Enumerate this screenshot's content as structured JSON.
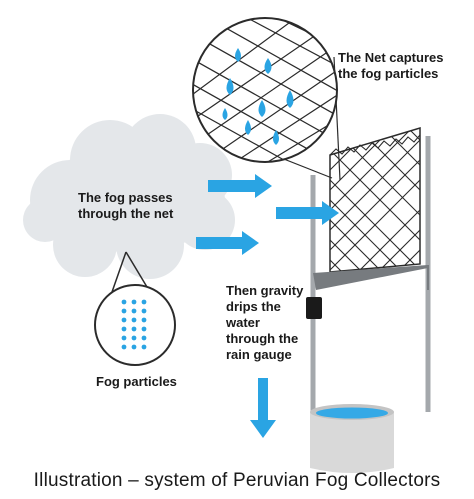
{
  "labels": {
    "net_captures_line1": "The Net captures",
    "net_captures_line2": "the fog particles",
    "fog_passes_line1": "The fog passes",
    "fog_passes_line2": "through the net",
    "gravity_line1": "Then gravity",
    "gravity_line2": "drips the",
    "gravity_line3": "water",
    "gravity_line4": "through the",
    "gravity_line5": "rain gauge",
    "fog_particles": "Fog particles"
  },
  "caption": "Illustration – system of Peruvian Fog Collectors",
  "colors": {
    "arrow_blue": "#2aa4e3",
    "cloud_grey": "#e4e7ea",
    "pole_grey": "#a4a8ac",
    "net_line": "#2b2b2b",
    "droplet_blue": "#2aa4e3",
    "bucket_grey": "#d9d9d9",
    "water_blue": "#35a9e6",
    "funnel_grey": "#777b7f"
  },
  "icons": [
    "fog-cloud",
    "mesh-net",
    "droplet",
    "arrow-right",
    "arrow-down",
    "rain-gauge-bucket"
  ]
}
